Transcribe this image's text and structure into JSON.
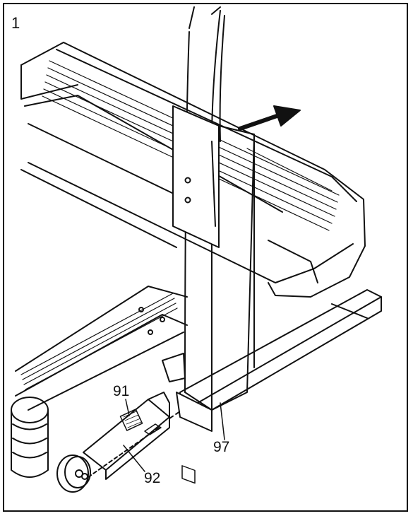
{
  "figure": {
    "step_number": "1",
    "callouts": [
      {
        "id": "91",
        "label": "91"
      },
      {
        "id": "92",
        "label": "92"
      },
      {
        "id": "97",
        "label": "97"
      }
    ]
  }
}
